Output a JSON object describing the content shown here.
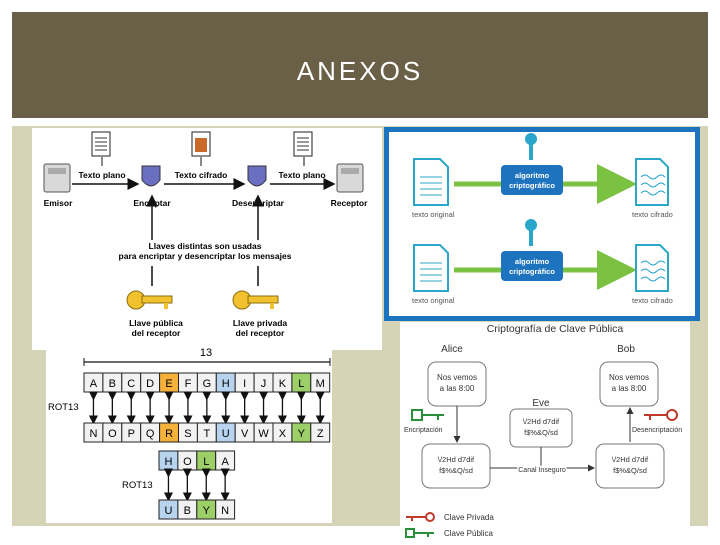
{
  "slide": {
    "title": "ANEXOS",
    "colors": {
      "header": "#6a6047",
      "background": "#d6d4b6",
      "accent_blue": "#1e73be",
      "cyan": "#29a6c9"
    }
  },
  "asymmetric_diagram": {
    "nodes": {
      "sender": "Emisor",
      "encrypt": "Encriptar",
      "decrypt": "Desencriptar",
      "receiver": "Receptor"
    },
    "plain_text_left": "Texto plano",
    "cipher_text": "Texto cifrado",
    "plain_text_right": "Texto plano",
    "note_line1": "Llaves distintas son usadas",
    "note_line2": "para encriptar y desencriptar los mensajes",
    "public_key_line1": "Llave pública",
    "public_key_line2": "del receptor",
    "private_key_line1": "Llave privada",
    "private_key_line2": "del receptor"
  },
  "algorithm_diagram": {
    "rows": [
      {
        "box_line1": "algoritmo",
        "box_line2": "criptográfico",
        "left_label": "texto original",
        "right_label": "texto cifrado"
      },
      {
        "box_line1": "algoritmo",
        "box_line2": "criptográfico",
        "left_label": "texto original",
        "right_label": "texto cifrado"
      }
    ]
  },
  "rot13_diagram": {
    "shift_label": "13",
    "rot_label": "ROT13",
    "row_top": [
      "A",
      "B",
      "C",
      "D",
      "E",
      "F",
      "G",
      "H",
      "I",
      "J",
      "K",
      "L",
      "M"
    ],
    "row_bottom": [
      "N",
      "O",
      "P",
      "Q",
      "R",
      "S",
      "T",
      "U",
      "V",
      "W",
      "X",
      "Y",
      "Z"
    ],
    "word_plain": [
      "H",
      "O",
      "L",
      "A"
    ],
    "word_cipher": [
      "U",
      "B",
      "Y",
      "N"
    ]
  },
  "public_key_diagram": {
    "title": "Criptografía de Clave Pública",
    "alice": "Alice",
    "bob": "Bob",
    "eve": "Eve",
    "message_line1": "Nos vemos",
    "message_line2": "a las 8:00",
    "cipher_line1": "\\/2Hd d7dif",
    "cipher_line2": "f$%&Q/sd",
    "encryption_label": "Encriptación",
    "decryption_label": "Desencriptación",
    "channel_label": "Canal Inseguro",
    "legend_private": "Clave Privada",
    "legend_public": "Clave Pública"
  }
}
